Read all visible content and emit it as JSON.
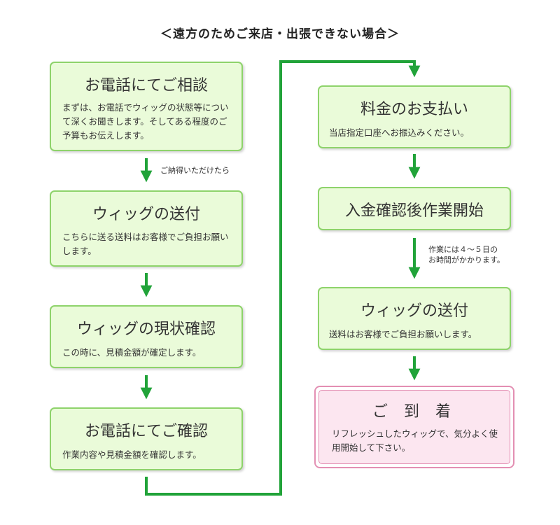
{
  "page": {
    "title": "＜遠方のためご来店・出張できない場合＞"
  },
  "colors": {
    "box_fill": "#eafbd9",
    "box_border": "#8ed36b",
    "arrow": "#21a339",
    "final_fill": "#fce6f0",
    "final_border": "#e38fb3"
  },
  "steps": [
    {
      "title": "お電話にてご相談",
      "desc": "まずは、お電話でウィッグの状態等について深くお聞きします。そしてある程度のご予算もお伝えします。"
    },
    {
      "title": "ウィッグの送付",
      "desc": "こちらに送る送料はお客様でご負担お願いします。"
    },
    {
      "title": "ウィッグの現状確認",
      "desc": "この時に、見積金額が確定します。"
    },
    {
      "title": "お電話にてご確認",
      "desc": "作業内容や見積金額を確認します。"
    },
    {
      "title": "料金のお支払い",
      "desc": "当店指定口座へお振込みください。"
    },
    {
      "title": "入金確認後作業開始",
      "desc": ""
    },
    {
      "title": "ウィッグの送付",
      "desc": "送料はお客様でご負担お願いします。"
    },
    {
      "title": "ご 到 着",
      "desc": "リフレッシュしたウィッグで、気分よく使用開始して下さい。"
    }
  ],
  "notes": {
    "after_step1": "ご納得いただけたら",
    "after_step6_line1": "作業には４～５日の",
    "after_step6_line2": "お時間がかかります。"
  }
}
